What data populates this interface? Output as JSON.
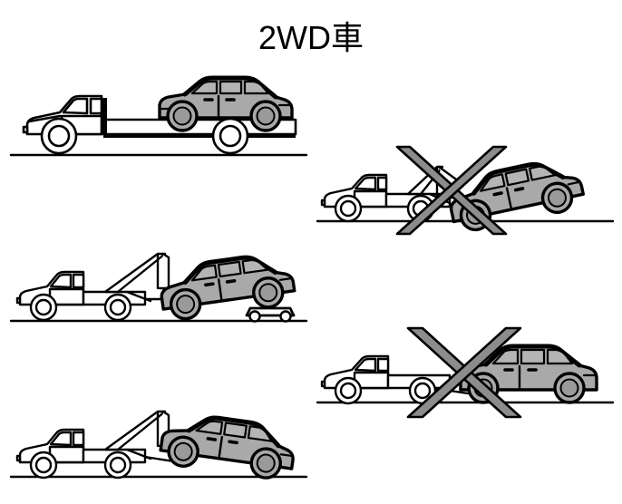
{
  "title": "2WD車",
  "colors": {
    "background": "#ffffff",
    "outline": "#000000",
    "truck_body": "#ffffff",
    "suv_body": "#a9a9a9",
    "suv_window": "#b4b4b4",
    "wheel_hub": "#9a9a9a",
    "prohibition_mark": "#8c8c8c",
    "ground_line": "#000000"
  },
  "panels": [
    {
      "id": "flatbed-ok",
      "name": "flatbed-truck-carrying-suv",
      "description": "Flatbed truck with SUV fully loaded on the deck",
      "allowed": true,
      "prohibited_mark": false,
      "vehicles": [
        "flatbed-truck",
        "suv"
      ],
      "suv_orientation": "level-on-deck"
    },
    {
      "id": "front-lift-ng",
      "name": "tow-truck-lifting-suv-front-wheels",
      "description": "Tow truck lifting SUV by the front wheels, rear wheels on road",
      "allowed": false,
      "prohibited_mark": true,
      "vehicles": [
        "tow-truck",
        "suv"
      ],
      "suv_orientation": "nose-up"
    },
    {
      "id": "dolly-ok",
      "name": "tow-truck-with-dolly-under-rear-wheels",
      "description": "Tow truck lifting SUV front with a wheel dolly under the rear wheels",
      "allowed": true,
      "prohibited_mark": false,
      "vehicles": [
        "tow-truck",
        "suv",
        "wheel-dolly"
      ],
      "suv_orientation": "nose-up-dolly"
    },
    {
      "id": "rear-lift-ng",
      "name": "tow-truck-towing-suv-on-four-wheels",
      "description": "SUV towed flat with all four wheels on the road",
      "allowed": false,
      "prohibited_mark": true,
      "vehicles": [
        "tow-truck",
        "suv"
      ],
      "suv_orientation": "level-on-road"
    },
    {
      "id": "front-lift-ok",
      "name": "tow-truck-lifting-suv-rear-wheels",
      "description": "Tow truck lifting SUV by the rear, front wheels on the road",
      "allowed": true,
      "prohibited_mark": false,
      "vehicles": [
        "tow-truck",
        "suv"
      ],
      "suv_orientation": "tail-up"
    }
  ]
}
